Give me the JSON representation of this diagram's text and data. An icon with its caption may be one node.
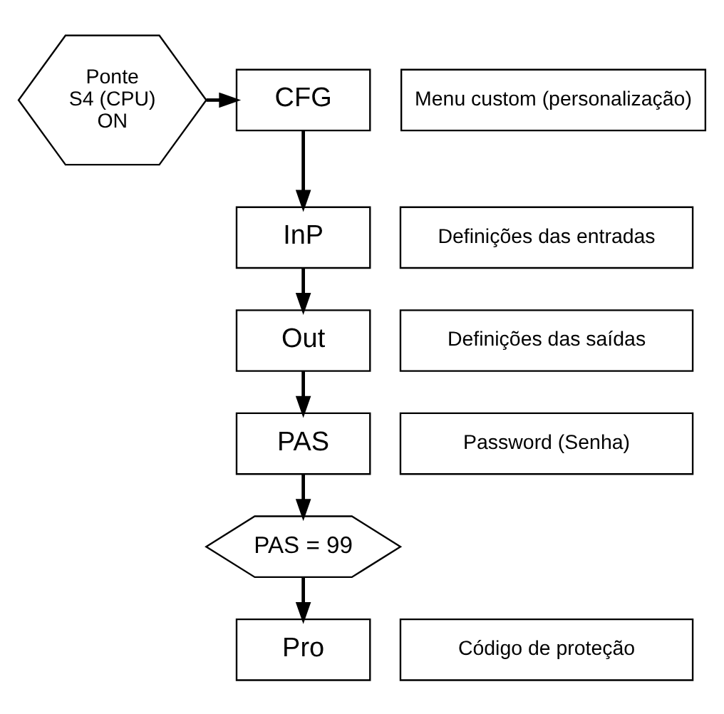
{
  "diagram": {
    "nodes": [
      {
        "text": [
          "Ponte S4 (CPU) ON"
        ]
      },
      {
        "text": [
          "CFG"
        ]
      },
      {
        "text": [
          "Menu custom (personalização)"
        ]
      },
      {
        "text": [
          "InP"
        ]
      },
      {
        "text": [
          "Definições das entradas"
        ]
      },
      {
        "text": [
          "Out"
        ]
      },
      {
        "text": [
          "Definições das saídas"
        ]
      },
      {
        "text": [
          "PAS"
        ]
      },
      {
        "text": [
          "Password (Senha)"
        ]
      },
      {
        "text": [
          "PAS = 99"
        ]
      },
      {
        "text": [
          "Pro"
        ]
      },
      {
        "text": [
          "Código de proteção"
        ]
      }
    ],
    "edges": [
      {
        "from": 0,
        "to": 1,
        "arrow": "to"
      },
      {
        "from": 1,
        "to": 3,
        "arrow": "to"
      },
      {
        "from": 3,
        "to": 5,
        "arrow": "to"
      },
      {
        "from": 5,
        "to": 7,
        "arrow": "to"
      },
      {
        "from": 7,
        "to": 9,
        "arrow": "to"
      },
      {
        "from": 9,
        "to": 10,
        "arrow": "to"
      }
    ]
  }
}
